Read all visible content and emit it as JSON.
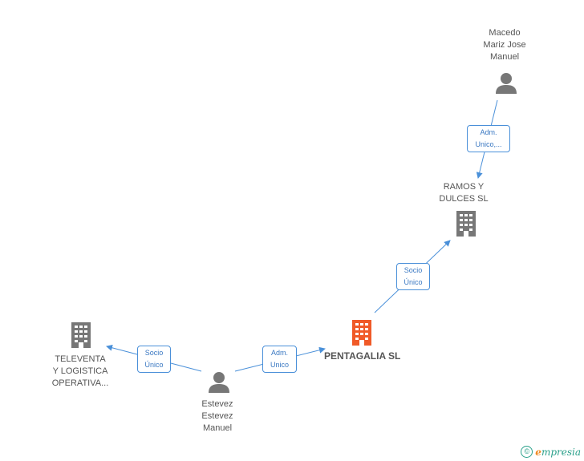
{
  "nodes": {
    "macedo": {
      "label_lines": [
        "Macedo",
        "Mariz Jose",
        "Manuel"
      ],
      "type": "person"
    },
    "ramos": {
      "label_lines": [
        "RAMOS Y",
        "DULCES SL"
      ],
      "type": "company"
    },
    "pentagalia": {
      "label_lines": [
        "PENTAGALIA SL"
      ],
      "type": "company-focus"
    },
    "televenta": {
      "label_lines": [
        "TELEVENTA",
        "Y LOGISTICA",
        "OPERATIVA..."
      ],
      "type": "company"
    },
    "estevez": {
      "label_lines": [
        "Estevez",
        "Estevez",
        "Manuel"
      ],
      "type": "person"
    }
  },
  "edges": {
    "macedo_ramos": {
      "label_lines": [
        "Adm.",
        "Unico,..."
      ]
    },
    "pentagalia_ramos": {
      "label_lines": [
        "Socio",
        "Único"
      ]
    },
    "estevez_televenta": {
      "label_lines": [
        "Socio",
        "Único"
      ]
    },
    "estevez_pentagalia": {
      "label_lines": [
        "Adm.",
        "Unico"
      ]
    }
  },
  "colors": {
    "edge": "#4a90d9",
    "icon": "#777777",
    "focus_icon": "#f05a28"
  },
  "footer": {
    "copyright_symbol": "©",
    "brand_initial": "e",
    "brand_rest": "mpresia"
  }
}
